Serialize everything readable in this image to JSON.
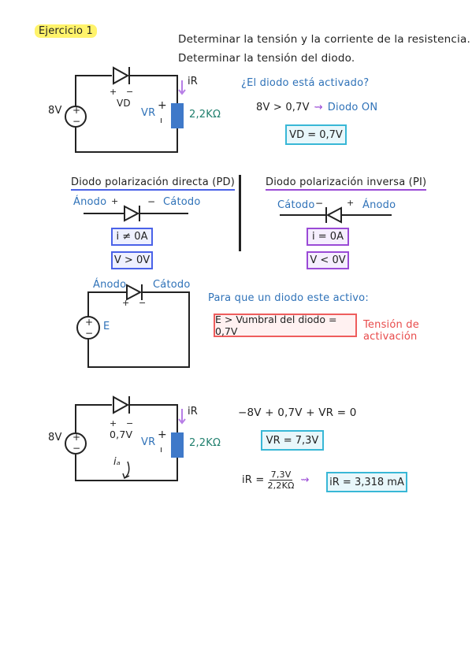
{
  "exercise": {
    "title": "Ejercicio 1",
    "statement_1": "Determinar la tensión y la corriente de la resistencia.",
    "statement_2": "Determinar la tensión del diodo."
  },
  "circuit_1": {
    "source": "8V",
    "plus": "+",
    "minus": "−",
    "vd_plus": "+",
    "vd_minus": "−",
    "vd": "VD",
    "vr": "VR",
    "vr_plus": "+",
    "vr_minus": "ı",
    "ir": "iR",
    "resistance": "2,2KΩ"
  },
  "question": {
    "text": "¿El diodo está activado?",
    "comparison": "8V > 0,7V",
    "arrow": "⇝",
    "result": "Diodo ON",
    "vd_box": "VD = 0,7V"
  },
  "direct": {
    "title": "Diodo polarización directa (PD)",
    "anode": "Ánodo",
    "cathode": "Cátodo",
    "plus": "+",
    "minus": "−",
    "current": "i ≠ 0A",
    "voltage": "V > 0V"
  },
  "inverse": {
    "title": "Diodo polarización inversa (PI)",
    "cathode": "Cátodo",
    "anode": "Ánodo",
    "minus": "−",
    "plus": "+",
    "current": "i = 0A",
    "voltage": "V < 0V"
  },
  "circuit_2": {
    "anode": "Ánodo",
    "cathode": "Cátodo",
    "plus": "+",
    "minus": "−",
    "source_label": "E",
    "src_plus": "+",
    "src_minus": "−"
  },
  "activation": {
    "text": "Para que un diodo este activo:",
    "formula": "E > Vumbral del diodo = 0,7V",
    "label": "Tensión de activación"
  },
  "circuit_3": {
    "source": "8V",
    "plus": "+",
    "minus": "−",
    "vd_plus": "+",
    "vd_minus": "−",
    "vd_value": "0,7V",
    "vr": "VR",
    "vr_plus": "+",
    "vr_minus": "ı",
    "ir": "iR",
    "resistance": "2,2KΩ",
    "loop_current": "iₐ"
  },
  "solution": {
    "kvl": "−8V + 0,7V + VR = 0",
    "vr_box": "VR = 7,3V",
    "ir_lhs": "iR =",
    "numerator": "7,3V",
    "denominator": "2,2KΩ",
    "arrow": "⇝",
    "ir_box": "iR = 3,318 mA"
  }
}
